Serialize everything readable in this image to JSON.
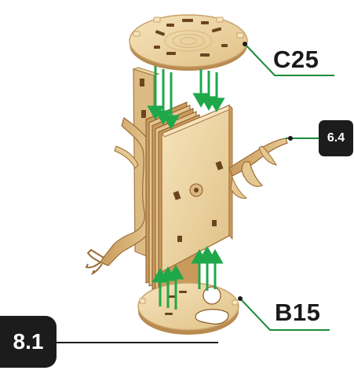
{
  "labels": {
    "lid_part": "C25",
    "base_part": "B15",
    "branch_ref": "6.4",
    "step_number": "8.1"
  },
  "colors": {
    "wood_light": "#f1dcb0",
    "wood_mid": "#e2c48e",
    "wood_edge": "#c9a26a",
    "wood_dark": "#8a5a2a",
    "arrow_green": "#1fa84a",
    "leader_green": "#1c8c3c",
    "badge_bg": "#1c1c1c"
  }
}
